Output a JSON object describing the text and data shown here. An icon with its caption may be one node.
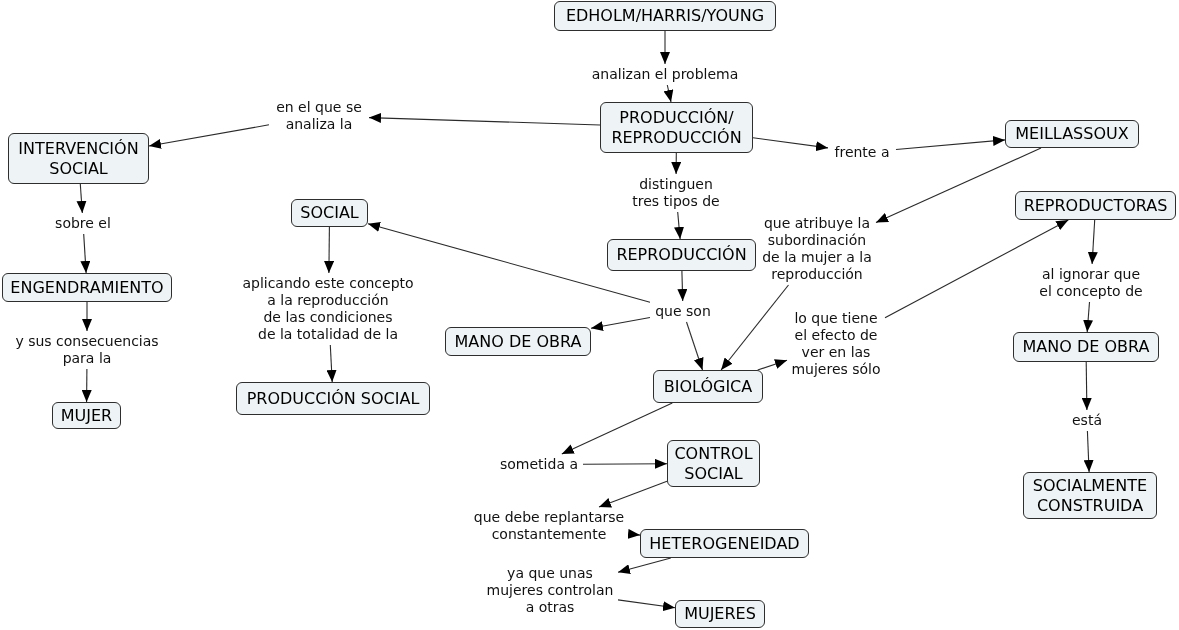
{
  "diagram": {
    "nodes": [
      {
        "text": [
          "EDHOLM/HARRIS/YOUNG"
        ]
      },
      {
        "text": [
          "analizan el problema"
        ]
      },
      {
        "text": [
          "PRODUCCIÓN/ REPRODUCCIÓN"
        ]
      },
      {
        "text": [
          "en el que se analiza la"
        ]
      },
      {
        "text": [
          "INTERVENCIÓN SOCIAL"
        ]
      },
      {
        "text": [
          "MEILLASSOUX"
        ]
      },
      {
        "text": [
          "frente a"
        ]
      },
      {
        "text": [
          "distinguen tres tipos de"
        ]
      },
      {
        "text": [
          "SOCIAL"
        ]
      },
      {
        "text": [
          "REPRODUCTORAS"
        ]
      },
      {
        "text": [
          "sobre el"
        ]
      },
      {
        "text": [
          "que atribuye la subordinación de la mujer a la reproducción"
        ]
      },
      {
        "text": [
          "REPRODUCCIÓN"
        ]
      },
      {
        "text": [
          "ENGENDRAMIENTO"
        ]
      },
      {
        "text": [
          "al ignorar que el concepto de"
        ]
      },
      {
        "text": [
          "aplicando este concepto a la reproducción de las condiciones de la totalidad de la"
        ]
      },
      {
        "text": [
          "que son"
        ]
      },
      {
        "text": [
          "lo que tiene el efecto de ver en las mujeres sólo"
        ]
      },
      {
        "text": [
          "MANO DE OBRA"
        ]
      },
      {
        "text": [
          "MANO DE OBRA"
        ]
      },
      {
        "text": [
          "y sus consecuencias para la"
        ]
      },
      {
        "text": [
          "BIOLÓGICA"
        ]
      },
      {
        "text": [
          "MUJER"
        ]
      },
      {
        "text": [
          "PRODUCCIÓN SOCIAL"
        ]
      },
      {
        "text": [
          "está"
        ]
      },
      {
        "text": [
          "sometida a"
        ]
      },
      {
        "text": [
          "CONTROL SOCIAL"
        ]
      },
      {
        "text": [
          "SOCIALMENTE CONSTRUIDA"
        ]
      },
      {
        "text": [
          "que debe replantarse constantemente"
        ]
      },
      {
        "text": [
          "HETEROGENEIDAD"
        ]
      },
      {
        "text": [
          "ya que unas mujeres controlan a otras"
        ]
      },
      {
        "text": [
          "MUJERES"
        ]
      }
    ],
    "edges": [
      {
        "from": 0,
        "to": 1,
        "arrow": "to"
      },
      {
        "from": 1,
        "to": 2,
        "arrow": "to"
      },
      {
        "from": 2,
        "to": 3,
        "arrow": "to"
      },
      {
        "from": 3,
        "to": 4,
        "arrow": "to"
      },
      {
        "from": 2,
        "to": 6,
        "arrow": "to"
      },
      {
        "from": 6,
        "to": 5,
        "arrow": "to"
      },
      {
        "from": 2,
        "to": 7,
        "arrow": "to"
      },
      {
        "from": 7,
        "to": 12,
        "arrow": "to"
      },
      {
        "from": 4,
        "to": 10,
        "arrow": "to"
      },
      {
        "from": 10,
        "to": 13,
        "arrow": "to"
      },
      {
        "from": 13,
        "to": 20,
        "arrow": "to"
      },
      {
        "from": 20,
        "to": 22,
        "arrow": "to"
      },
      {
        "from": 5,
        "to": 11,
        "arrow": "to"
      },
      {
        "from": 11,
        "to": 21,
        "arrow": "to"
      },
      {
        "from": 12,
        "to": 16,
        "arrow": "to"
      },
      {
        "from": 16,
        "to": 8,
        "arrow": "to"
      },
      {
        "from": 16,
        "to": 18,
        "arrow": "to"
      },
      {
        "from": 16,
        "to": 21,
        "arrow": "to"
      },
      {
        "from": 8,
        "to": 15,
        "arrow": "to"
      },
      {
        "from": 15,
        "to": 23,
        "arrow": "to"
      },
      {
        "from": 21,
        "to": 17,
        "arrow": "to"
      },
      {
        "from": 17,
        "to": 9,
        "arrow": "to"
      },
      {
        "from": 9,
        "to": 14,
        "arrow": "to"
      },
      {
        "from": 14,
        "to": 19,
        "arrow": "to"
      },
      {
        "from": 19,
        "to": 24,
        "arrow": "to"
      },
      {
        "from": 24,
        "to": 27,
        "arrow": "to"
      },
      {
        "from": 21,
        "to": 25,
        "arrow": "to"
      },
      {
        "from": 25,
        "to": 26,
        "arrow": "to"
      },
      {
        "from": 26,
        "to": 28,
        "arrow": "to"
      },
      {
        "from": 28,
        "to": 29,
        "arrow": "to"
      },
      {
        "from": 29,
        "to": 30,
        "arrow": "to"
      },
      {
        "from": 30,
        "to": 31,
        "arrow": "to"
      }
    ]
  }
}
